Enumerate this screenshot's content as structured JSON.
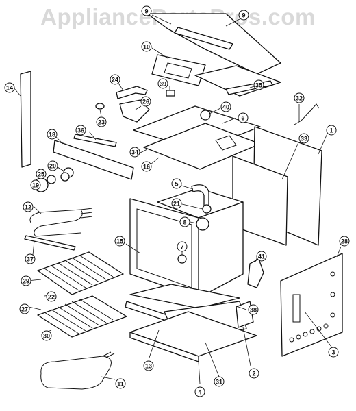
{
  "watermark": "AppliancePartsPros.com",
  "callouts": [
    {
      "id": "9a",
      "label": "9"
    },
    {
      "id": "9b",
      "label": "9"
    },
    {
      "id": "10",
      "label": "10"
    },
    {
      "id": "14",
      "label": "14"
    },
    {
      "id": "24",
      "label": "24"
    },
    {
      "id": "39",
      "label": "39"
    },
    {
      "id": "35",
      "label": "35"
    },
    {
      "id": "32",
      "label": "32"
    },
    {
      "id": "26",
      "label": "26"
    },
    {
      "id": "23",
      "label": "23"
    },
    {
      "id": "40",
      "label": "40"
    },
    {
      "id": "6",
      "label": "6"
    },
    {
      "id": "36",
      "label": "36"
    },
    {
      "id": "18",
      "label": "18"
    },
    {
      "id": "34",
      "label": "34"
    },
    {
      "id": "16",
      "label": "16"
    },
    {
      "id": "1",
      "label": "1"
    },
    {
      "id": "33",
      "label": "33"
    },
    {
      "id": "20",
      "label": "20"
    },
    {
      "id": "25",
      "label": "25"
    },
    {
      "id": "19",
      "label": "19"
    },
    {
      "id": "5",
      "label": "5"
    },
    {
      "id": "21",
      "label": "21"
    },
    {
      "id": "12",
      "label": "12"
    },
    {
      "id": "8",
      "label": "8"
    },
    {
      "id": "28",
      "label": "28"
    },
    {
      "id": "37",
      "label": "37"
    },
    {
      "id": "15",
      "label": "15"
    },
    {
      "id": "7",
      "label": "7"
    },
    {
      "id": "41",
      "label": "41"
    },
    {
      "id": "29",
      "label": "29"
    },
    {
      "id": "22",
      "label": "22"
    },
    {
      "id": "27",
      "label": "27"
    },
    {
      "id": "38",
      "label": "38"
    },
    {
      "id": "30",
      "label": "30"
    },
    {
      "id": "3",
      "label": "3"
    },
    {
      "id": "13",
      "label": "13"
    },
    {
      "id": "2",
      "label": "2"
    },
    {
      "id": "31",
      "label": "31"
    },
    {
      "id": "11",
      "label": "11"
    },
    {
      "id": "4",
      "label": "4"
    }
  ]
}
